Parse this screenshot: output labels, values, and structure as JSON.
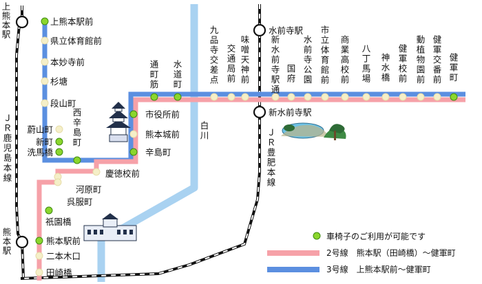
{
  "colors": {
    "line2": "#f6a1a8",
    "line3": "#5b8fe0",
    "river": "#a9d2f1",
    "jr_rail": "#111111",
    "accessible_dot": "#8bd62d",
    "normal_dot": "#f5efc8"
  },
  "jr_stations": [
    {
      "name": "上熊本駅"
    },
    {
      "name": "熊本駅"
    },
    {
      "name": "水前寺駅"
    },
    {
      "name": "新水前寺駅"
    }
  ],
  "jr_lines": [
    {
      "name": "ＪＲ鹿児島本線"
    },
    {
      "name": "ＪＲ豊肥本線"
    }
  ],
  "river": {
    "name": "白川"
  },
  "stops": {
    "s01": {
      "name": "上熊本駅前",
      "accessible": true
    },
    "s02": {
      "name": "県立体育館前",
      "accessible": false
    },
    "s03": {
      "name": "本妙寺前",
      "accessible": false
    },
    "s04": {
      "name": "杉塘",
      "accessible": false
    },
    "s05": {
      "name": "段山町",
      "accessible": false
    },
    "s06": {
      "name": "蔚山町",
      "accessible": false
    },
    "s07": {
      "name": "新町",
      "accessible": true
    },
    "s08": {
      "name": "洗馬橋",
      "accessible": true
    },
    "s09": {
      "name": "西辛島町",
      "accessible": true
    },
    "s10": {
      "name": "市役所前",
      "accessible": true
    },
    "s11": {
      "name": "熊本城前",
      "accessible": false
    },
    "s12": {
      "name": "辛島町",
      "accessible": true
    },
    "s13": {
      "name": "慶徳校前",
      "accessible": false
    },
    "s14": {
      "name": "河原町",
      "accessible": false
    },
    "s15": {
      "name": "呉服町",
      "accessible": false
    },
    "s16": {
      "name": "祇園橋",
      "accessible": true
    },
    "s17": {
      "name": "熊本駅前",
      "accessible": true
    },
    "s18": {
      "name": "二本木口",
      "accessible": false
    },
    "s19": {
      "name": "田崎橋",
      "accessible": false
    },
    "s20": {
      "name": "通町筋",
      "accessible": true
    },
    "s21": {
      "name": "水道町",
      "accessible": true
    },
    "s22": {
      "name": "九品寺交差点",
      "accessible": false
    },
    "s23": {
      "name": "交通局前",
      "accessible": false
    },
    "s24": {
      "name": "味噌天神前",
      "accessible": false
    },
    "s25": {
      "name": "新水前寺駅通",
      "accessible": false
    },
    "s26": {
      "name": "国府",
      "accessible": false
    },
    "s27": {
      "name": "水前寺公園",
      "accessible": false
    },
    "s28": {
      "name": "市立体育館前",
      "accessible": false
    },
    "s29": {
      "name": "商業高校前",
      "accessible": false
    },
    "s30": {
      "name": "八丁馬場",
      "accessible": false
    },
    "s31": {
      "name": "神水橋",
      "accessible": false
    },
    "s32": {
      "name": "健軍校前",
      "accessible": false
    },
    "s33": {
      "name": "動植物園前",
      "accessible": false
    },
    "s34": {
      "name": "健軍交番前",
      "accessible": false
    },
    "s35": {
      "name": "健軍町",
      "accessible": true
    }
  },
  "legend": {
    "accessible": "車椅子のご利用が可能です",
    "line2": "2号線　熊本駅（田崎橋）～健軍町",
    "line3": "3号線　上熊本駅前～健軍町"
  }
}
